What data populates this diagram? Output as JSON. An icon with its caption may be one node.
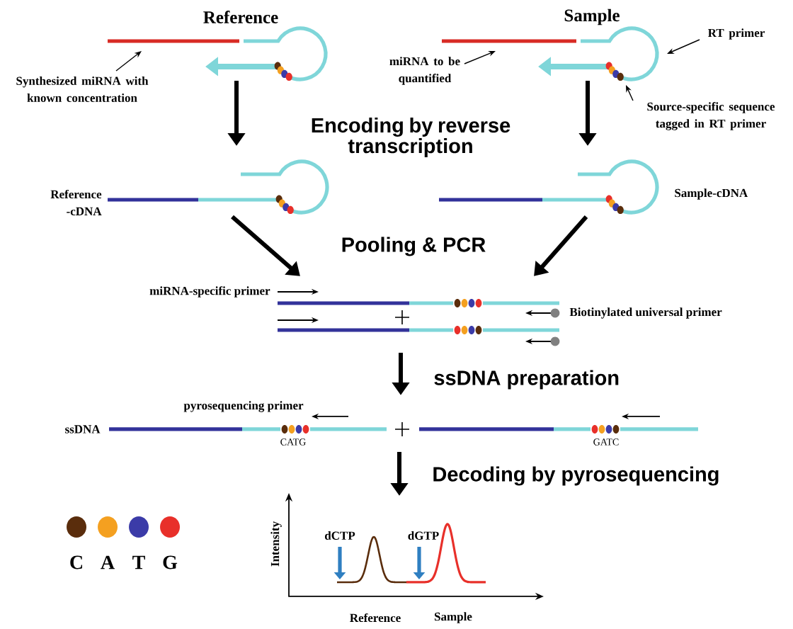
{
  "diagram": {
    "nodes": [
      {
        "text": [
          "Reference"
        ]
      },
      {
        "text": [
          "Sample"
        ]
      },
      {
        "text": [
          "Synthesized miRNA with known concentration"
        ]
      },
      {
        "text": [
          "miRNA to be quantified"
        ]
      },
      {
        "text": [
          "RT primer"
        ]
      },
      {
        "text": [
          "Source-specific sequence tagged in RT primer"
        ]
      },
      {
        "text": [
          "Reference -cDNA"
        ]
      },
      {
        "text": [
          "Sample-cDNA"
        ]
      },
      {
        "text": [
          "miRNA-specific primer",
          "Biotinylated universal primer"
        ]
      },
      {
        "text": [
          "ssDNA",
          "pyrosequencing primer",
          "CATG",
          "GATC"
        ]
      },
      {
        "text": [
          "Intensity",
          "dCTP",
          "dGTP",
          "Reference",
          "Sample"
        ]
      }
    ],
    "edges": [
      {
        "from": 2,
        "to": 0,
        "arrow": "to"
      },
      {
        "from": 3,
        "to": 1,
        "arrow": "to"
      },
      {
        "from": 4,
        "to": 1,
        "arrow": "to"
      },
      {
        "from": 5,
        "to": 1,
        "arrow": "to"
      },
      {
        "from": 0,
        "to": 6,
        "arrow": "to"
      },
      {
        "from": 1,
        "to": 7,
        "arrow": "to"
      },
      {
        "from": 6,
        "to": 8,
        "arrow": "to"
      },
      {
        "from": 7,
        "to": 8,
        "arrow": "to"
      },
      {
        "from": 8,
        "to": 9,
        "arrow": "to"
      },
      {
        "from": 9,
        "to": 10,
        "arrow": "to"
      }
    ],
    "labels": [
      "Encoding by reverse transcription",
      "Pooling & PCR",
      "ssDNA preparation",
      "Decoding by pyrosequencing"
    ],
    "legend": [
      {
        "text": "C",
        "color": "#5a2d0c"
      },
      {
        "text": "A",
        "color": "#f4a020"
      },
      {
        "text": "T",
        "color": "#3b3ba8"
      },
      {
        "text": "G",
        "color": "#e8302a"
      }
    ]
  }
}
